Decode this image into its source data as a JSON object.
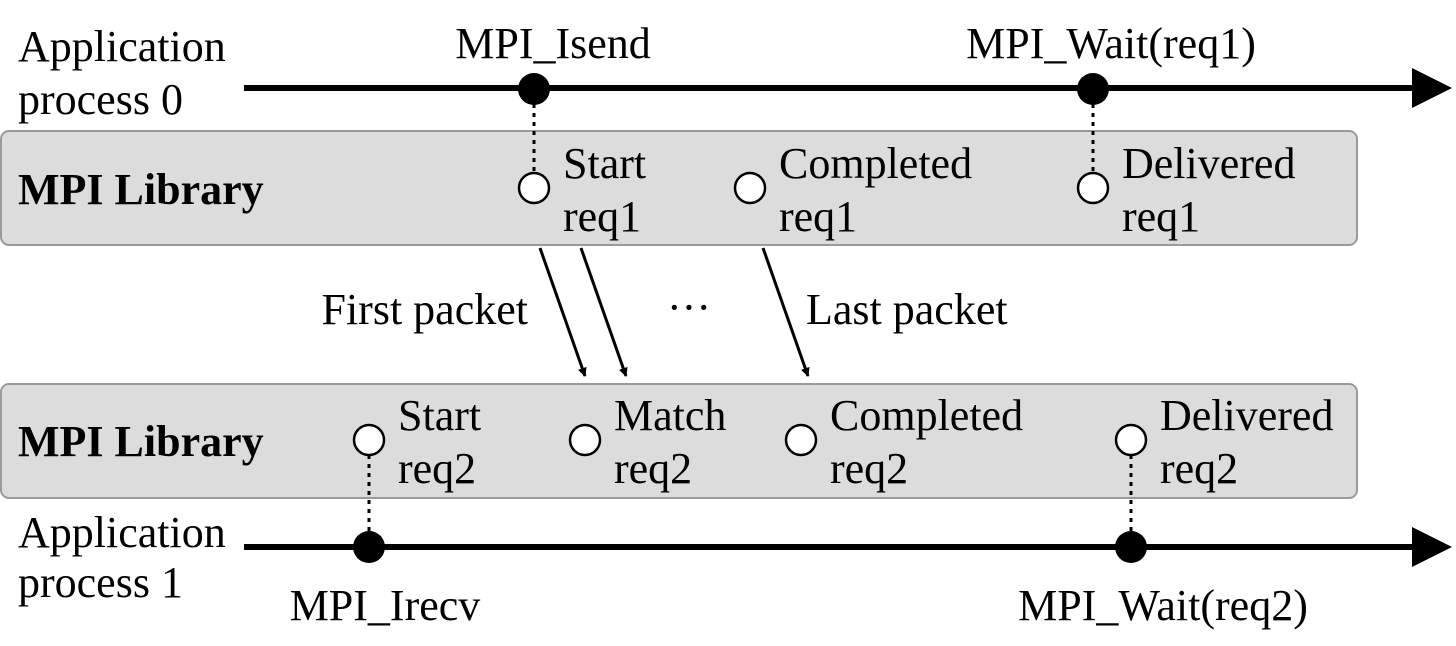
{
  "process0": {
    "label_line1": "Application",
    "label_line2": "process 0"
  },
  "process1": {
    "label_line1": "Application",
    "label_line2": "process 1"
  },
  "calls": {
    "isend": "MPI_Isend",
    "wait_req1": "MPI_Wait(req1)",
    "irecv": "MPI_Irecv",
    "wait_req2": "MPI_Wait(req2)"
  },
  "library_top": {
    "title": "MPI Library",
    "events": [
      {
        "line1": "Start",
        "line2": "req1"
      },
      {
        "line1": "Completed",
        "line2": "req1"
      },
      {
        "line1": "Delivered",
        "line2": "req1"
      }
    ]
  },
  "library_bottom": {
    "title": "MPI Library",
    "events": [
      {
        "line1": "Start",
        "line2": "req2"
      },
      {
        "line1": "Match",
        "line2": "req2"
      },
      {
        "line1": "Completed",
        "line2": "req2"
      },
      {
        "line1": "Delivered",
        "line2": "req2"
      }
    ]
  },
  "packets": {
    "first": "First packet",
    "ellipsis": "···",
    "last": "Last packet"
  },
  "colors": {
    "library_fill": "#dcdcdc",
    "library_stroke": "#9a9a9a",
    "line": "#000000",
    "hollow_node": "#ffffff"
  }
}
